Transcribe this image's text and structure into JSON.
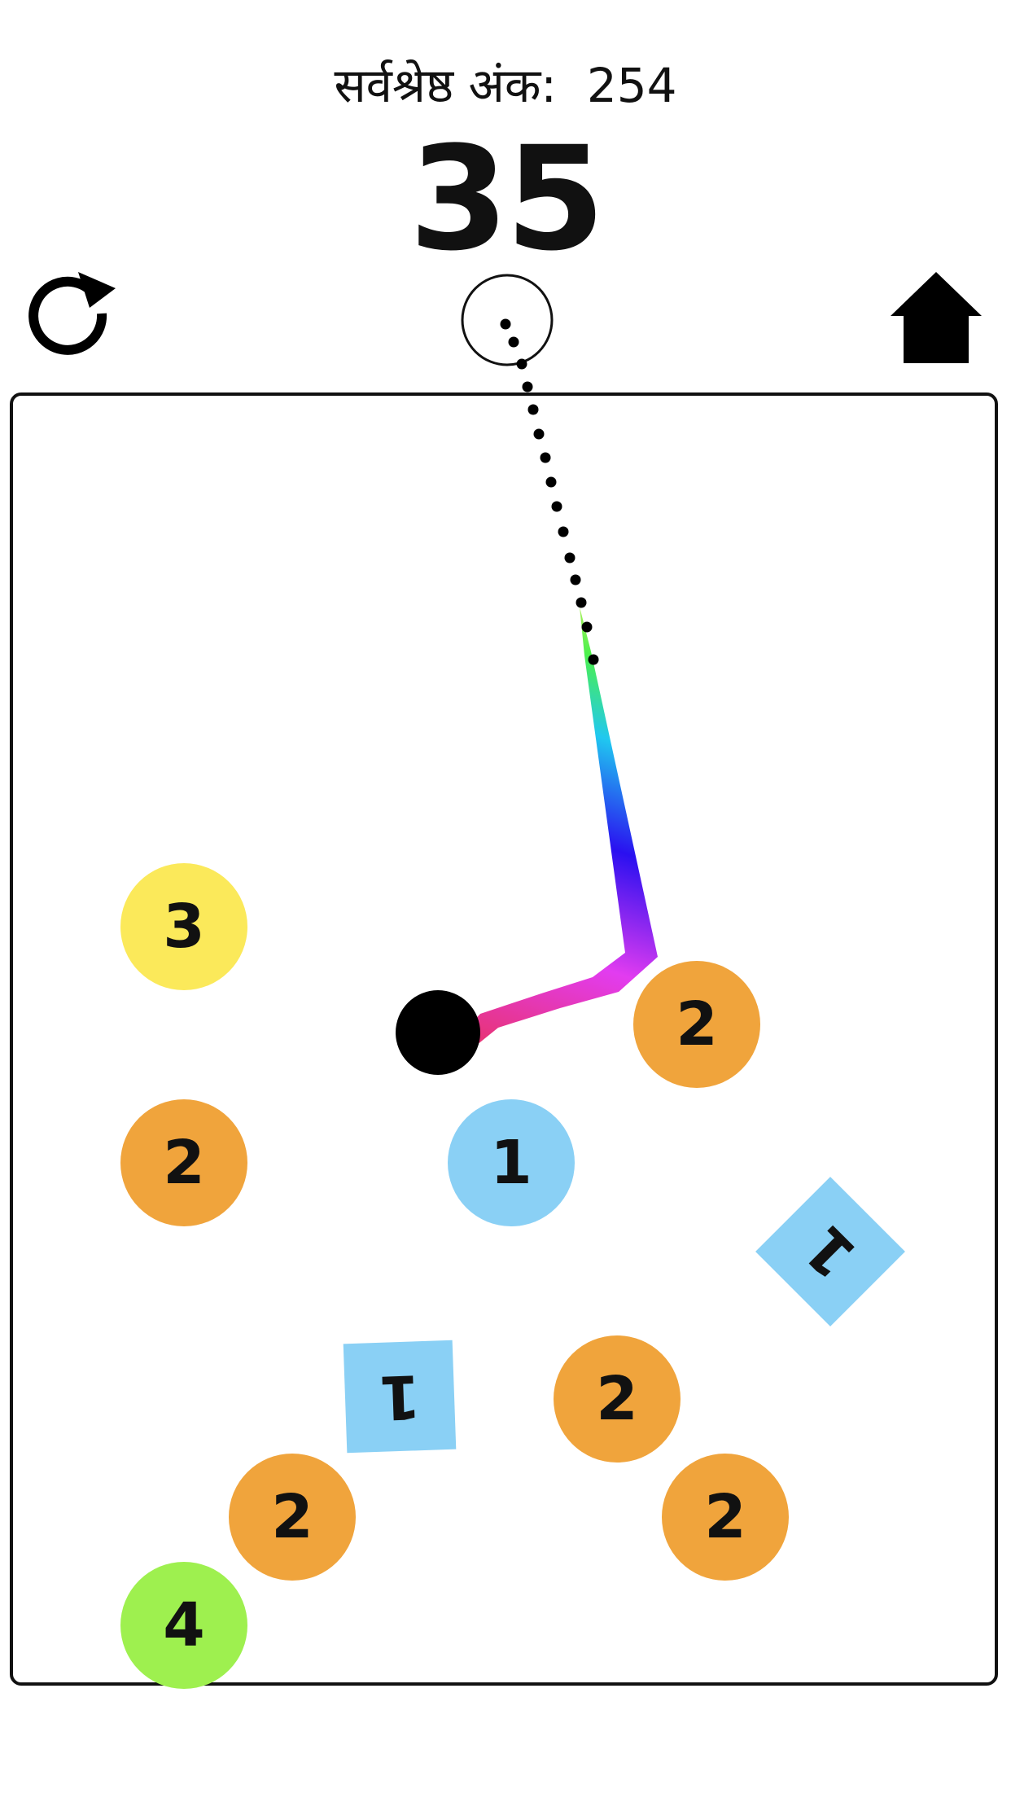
{
  "header": {
    "best_label": "सर्वश्रेष्ठ अंक:",
    "best_value": "254",
    "score": "35"
  },
  "controls": {
    "restart_icon": "restart-icon",
    "home_icon": "home-icon",
    "launcher_icon": "launcher-circle-icon"
  },
  "colors": {
    "yellow": "#fbe95a",
    "orange": "#f0a43c",
    "blue": "#8ad0f5",
    "green": "#9ef04f",
    "ball": "#000000"
  },
  "targets": [
    {
      "id": "t1",
      "label": "3",
      "shape": "circle",
      "color": "#fbe95a"
    },
    {
      "id": "t2",
      "label": "2",
      "shape": "circle",
      "color": "#f0a43c"
    },
    {
      "id": "t3",
      "label": "2",
      "shape": "circle",
      "color": "#f0a43c"
    },
    {
      "id": "t4",
      "label": "1",
      "shape": "circle",
      "color": "#8ad0f5"
    },
    {
      "id": "t5",
      "label": "1",
      "shape": "square",
      "color": "#8ad0f5"
    },
    {
      "id": "t6",
      "label": "1",
      "shape": "square",
      "color": "#8ad0f5"
    },
    {
      "id": "t7",
      "label": "2",
      "shape": "circle",
      "color": "#f0a43c"
    },
    {
      "id": "t8",
      "label": "2",
      "shape": "circle",
      "color": "#f0a43c"
    },
    {
      "id": "t9",
      "label": "2",
      "shape": "circle",
      "color": "#f0a43c"
    },
    {
      "id": "t10",
      "label": "4",
      "shape": "circle",
      "color": "#9ef04f"
    }
  ]
}
